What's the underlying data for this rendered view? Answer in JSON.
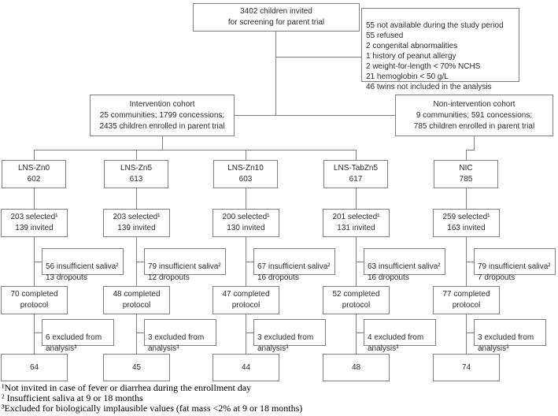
{
  "colors": {
    "border": "#7f7f7f",
    "line": "#7f7f7f",
    "text": "#2b2b2b",
    "background": "#ffffff"
  },
  "top_box": {
    "text": "3402 children invited\nfor screening for parent trial"
  },
  "exclusion_box": {
    "lines": [
      "55 not available during the study period",
      "55 refused",
      "2 congenital abnormalities",
      "1 history of peanut allergy",
      "2 weight-for-length < 70% NCHS",
      "21 hemoglobin < 50 g/L",
      "46 twins not included in the analysis"
    ]
  },
  "cohorts": {
    "intervention": "Intervention cohort\n25 communities; 1799 concessions;\n2435 children enrolled in parent trial",
    "non_intervention": "Non-intervention cohort\n9 communities; 591 concessions;\n785 children enrolled in parent trial"
  },
  "arms": [
    {
      "label": "LNS-Zn0",
      "randomized": "602",
      "selected": [
        "203 selected¹",
        "139 invited"
      ],
      "saliva": [
        "56 insufficient saliva²",
        "13 dropouts"
      ],
      "completed": [
        "70 completed",
        "protocol"
      ],
      "excluded": [
        "6 excluded from",
        "analysis³"
      ],
      "analyzed": "64"
    },
    {
      "label": "LNS-Zn5",
      "randomized": "613",
      "selected": [
        "203 selected¹",
        "139 invited"
      ],
      "saliva": [
        "79 insufficient saliva²",
        "12 dropouts"
      ],
      "completed": [
        "48 completed",
        "protocol"
      ],
      "excluded": [
        "3 excluded from",
        "analysis³"
      ],
      "analyzed": "45"
    },
    {
      "label": "LNS-Zn10",
      "randomized": "603",
      "selected": [
        "200 selected¹",
        "130 invited"
      ],
      "saliva": [
        "67 insufficient saliva²",
        "16 dropouts"
      ],
      "completed": [
        "47 completed",
        "protocol"
      ],
      "excluded": [
        "3 excluded from",
        "analysis³"
      ],
      "analyzed": "44"
    },
    {
      "label": "LNS-TabZn5",
      "randomized": "617",
      "selected": [
        "201 selected¹",
        "131 invited"
      ],
      "saliva": [
        "63 insufficient saliva²",
        "16 dropouts"
      ],
      "completed": [
        "52 completed",
        "protocol"
      ],
      "excluded": [
        "4 excluded from",
        "analysis³"
      ],
      "analyzed": "48"
    },
    {
      "label": "NIC",
      "randomized": "785",
      "selected": [
        "259 selected¹",
        "163 invited"
      ],
      "saliva": [
        "79 insufficient saliva²",
        "7 dropouts"
      ],
      "completed": [
        "77 completed",
        "protocol"
      ],
      "excluded": [
        "3 excluded from",
        "analysis³"
      ],
      "analyzed": "74"
    }
  ],
  "footnotes": [
    "¹Not invited in case of fever or diarrhea during the enrollment day",
    "² Insufficient saliva at 9 or 18 months",
    "³Excluded for biologically implausible values (fat mass <2% at 9 or 18 months)"
  ]
}
